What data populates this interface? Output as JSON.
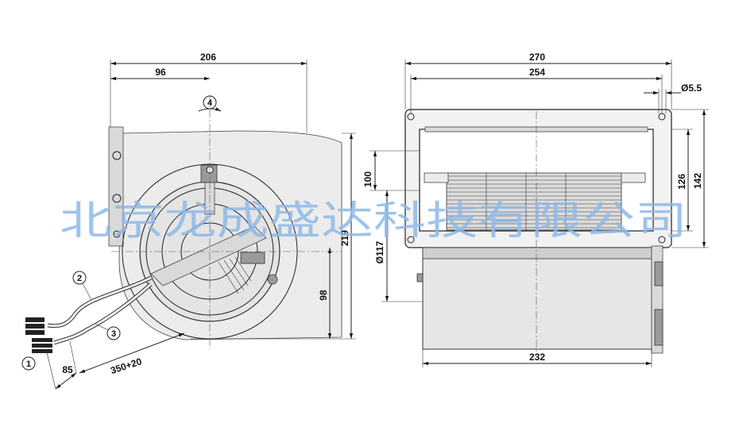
{
  "dimensions": {
    "d206": "206",
    "d96": "96",
    "d219": "219",
    "d98": "98",
    "d85": "85",
    "d350": "350+20",
    "d270": "270",
    "d254": "254",
    "d5_5": "Ø5.5",
    "d100": "100",
    "d126": "126",
    "d142": "142",
    "d117": "Ø117",
    "d232": "232"
  },
  "callouts": {
    "c1": "1",
    "c2": "2",
    "c3": "3",
    "c4": "4"
  },
  "watermark": "北京龙成盛达科技有限公司"
}
